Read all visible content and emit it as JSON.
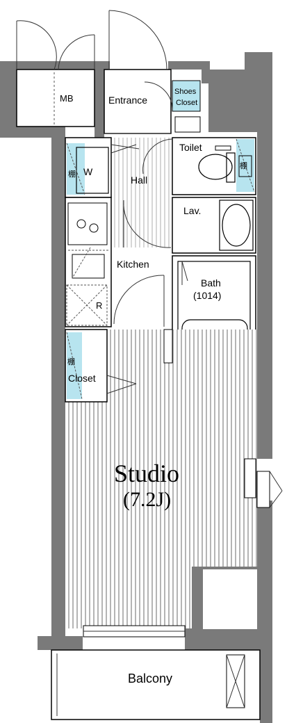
{
  "rooms": {
    "mb": "MB",
    "entrance": "Entrance",
    "shoes_closet_line1": "Shoes",
    "shoes_closet_line2": "Closet",
    "toilet": "Toilet",
    "shelf_toilet": "棚",
    "wash": "W",
    "shelf_wash": "棚",
    "hall": "Hall",
    "lav": "Lav.",
    "kitchen": "Kitchen",
    "bath": "Bath",
    "bath_size": "(1014)",
    "refrigerator": "R",
    "closet": "Closet",
    "shelf_closet": "棚",
    "studio": "Studio",
    "studio_size": "(7.2J)",
    "balcony": "Balcony"
  },
  "colors": {
    "wall": "#7a7a7a",
    "storage_fill": "#b7e4ef",
    "line": "#000000"
  }
}
